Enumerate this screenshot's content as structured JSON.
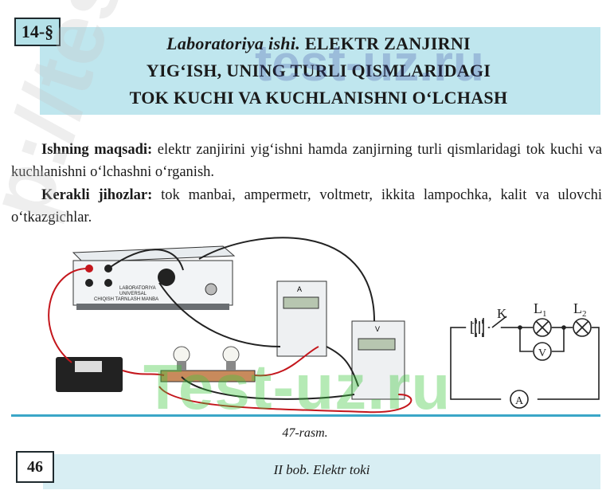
{
  "section": {
    "number": "14-§"
  },
  "title": {
    "lead": "Laboratoriya ishi.",
    "line1": "ELEKTR ZANJIRNI",
    "line2": "YIG‘ISH, UNING TURLI QISMLARIDAGI",
    "line3": "TOK KUCHI VA KUCHLANISHNI O‘LCHASH"
  },
  "goal": {
    "label": "Ishning maqsadi:",
    "text": " elektr zanjirini yig‘ishni hamda  zanjirning turli qismlaridagi tok kuchi va kuchlanishni o‘lchashni o‘rganish."
  },
  "equipment": {
    "label": "Kerakli jihozlar:",
    "text": " tok manbai, ampermetr, voltmetr, ikkita lampochka, kalit va ulovchi o‘tkazgichlar."
  },
  "figure": {
    "caption": "47-rasm.",
    "power_supply_label": "LABORATORIYA\nUNIVERSAL\nCHIQISH TARNLASH MANBA",
    "ammeter_symbol": "A",
    "voltmeter_symbol": "V",
    "schematic": {
      "key": "K",
      "lamp1": "L",
      "lamp1_sub": "1",
      "lamp2": "L",
      "lamp2_sub": "2",
      "voltmeter": "V",
      "ammeter": "A"
    }
  },
  "footer": {
    "page": "46",
    "chapter": "II bob. Elektr toki"
  },
  "watermarks": {
    "top": "test-uz.ru",
    "bottom": "Test-uz.ru",
    "diagonal": "p://test"
  },
  "colors": {
    "header_band": "#bfe6ee",
    "wire_red": "#c4161c",
    "wire_black": "#1a1a1a",
    "rule": "#3aa6c7"
  }
}
